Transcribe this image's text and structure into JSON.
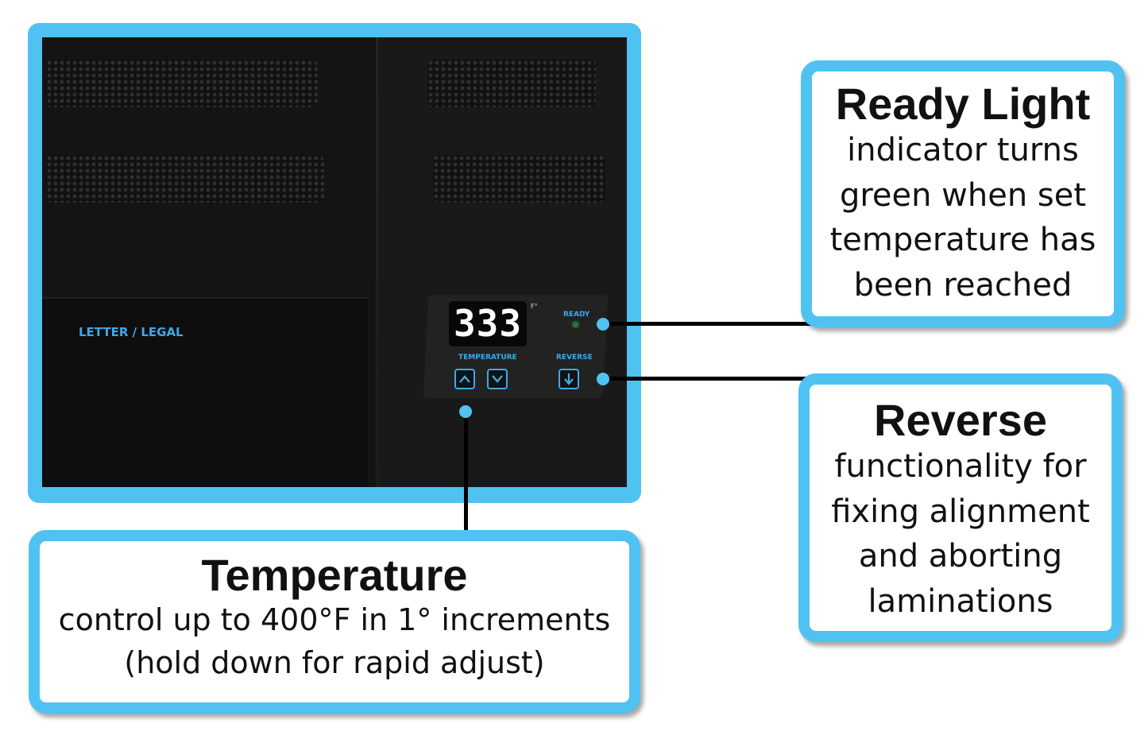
{
  "product_panel": {
    "slot_label": "LETTER / LEGAL",
    "display_value": "333",
    "display_unit": "F°",
    "ready_label": "READY",
    "temperature_label": "TEMPERATURE",
    "reverse_label": "REVERSE"
  },
  "callouts": {
    "ready_light": {
      "title": "Ready Light",
      "body": "indicator turns\ngreen when set\ntemperature has\nbeen reached"
    },
    "reverse": {
      "title": "Reverse",
      "body": "functionality for\nfixing alignment\nand aborting\nlaminations"
    },
    "temperature": {
      "title": "Temperature",
      "body": "control up to 400°F in 1° increments\n(hold down for rapid adjust)"
    }
  },
  "colors": {
    "accent_blue": "#50c2f2",
    "panel_text_blue": "#3fa9e8",
    "ready_led_green": "#2db04f"
  }
}
